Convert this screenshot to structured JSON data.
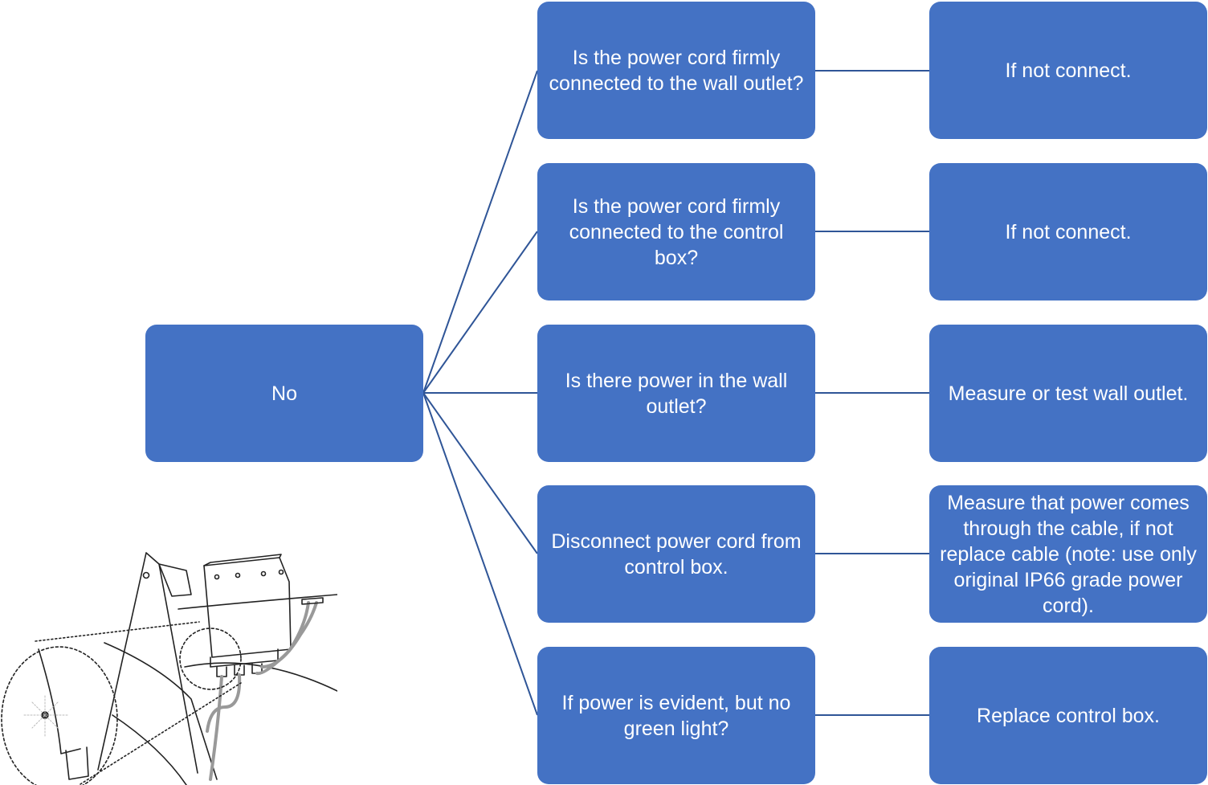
{
  "colors": {
    "box_fill": "#4472C4",
    "box_text": "#FFFFFF",
    "connector": "#2F5597",
    "background": "#FFFFFF"
  },
  "root": {
    "label": "No"
  },
  "rows": [
    {
      "question": "Is the power cord firmly connected to the wall outlet?",
      "action": "If not connect."
    },
    {
      "question": "Is the power cord firmly connected to the control box?",
      "action": "If not connect."
    },
    {
      "question": "Is there power in the wall outlet?",
      "action": "Measure or test wall outlet."
    },
    {
      "question": "Disconnect power cord from control box.",
      "action": "Measure that power comes through the cable, if not replace cable (note: use only original IP66 grade power cord)."
    },
    {
      "question": "If power is evident, but no green light?",
      "action": "Replace control box."
    }
  ],
  "illustration": {
    "icon": "control-box-detail-illustration"
  }
}
